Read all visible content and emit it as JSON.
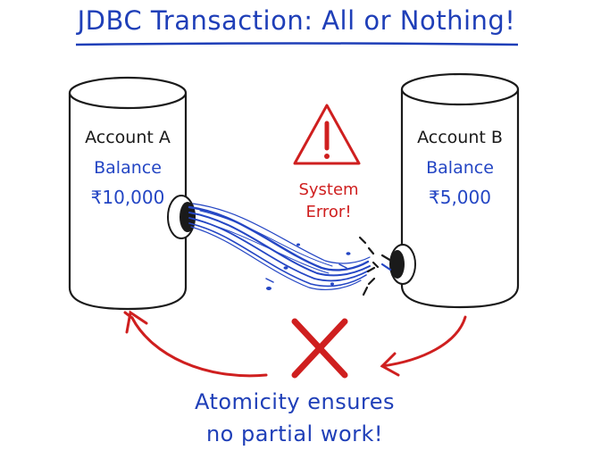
{
  "title": "JDBC Transaction: All or Nothing!",
  "account_a": {
    "name": "Account A",
    "balance_label": "Balance",
    "amount": "₹10,000"
  },
  "account_b": {
    "name": "Account B",
    "balance_label": "Balance",
    "amount": "₹5,000"
  },
  "error": {
    "line1": "System",
    "line2": "Error!"
  },
  "footer": {
    "line1": "Atomicity ensures",
    "line2": "no partial work!"
  },
  "colors": {
    "blue": "#1f3fb8",
    "red": "#cf1f1f",
    "ink": "#1a1a1a"
  },
  "icons": [
    "warning-triangle-icon",
    "cross-mark-icon",
    "rollback-arrow-left",
    "rollback-arrow-right"
  ]
}
